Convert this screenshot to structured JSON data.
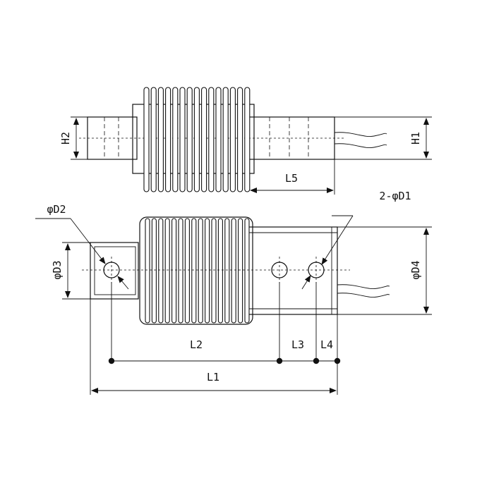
{
  "drawing": {
    "labels": {
      "h1": "H1",
      "h2": "H2",
      "l5": "L5",
      "d1": "2-φD1",
      "d2": "φD2",
      "d3": "φD3",
      "d4": "φD4",
      "l1": "L1",
      "l2": "L2",
      "l3": "L3",
      "l4": "L4"
    }
  }
}
